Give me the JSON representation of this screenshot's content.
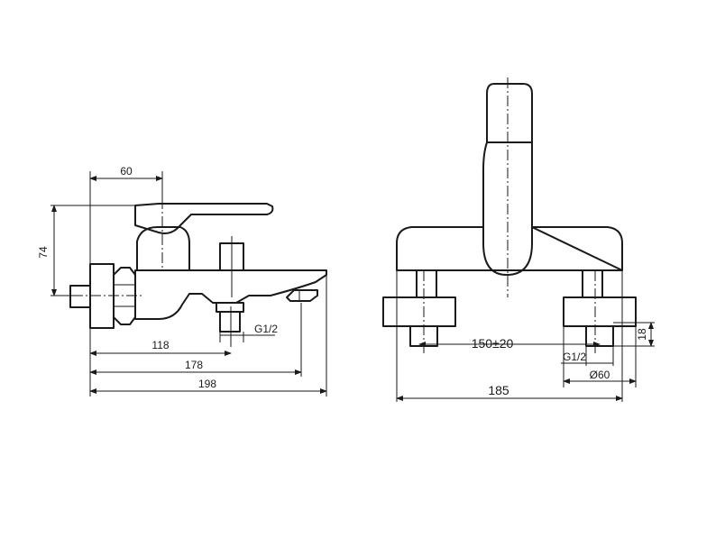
{
  "side_view": {
    "dim_width": "60",
    "dim_height": "74",
    "dim_thread": "G1/2",
    "dim_118": "118",
    "dim_178": "178",
    "dim_198": "198"
  },
  "front_view": {
    "dim_spacing": "150±20",
    "dim_total": "185",
    "dim_thread": "G1/2",
    "dim_diameter": "Ø60",
    "dim_depth": "18"
  }
}
